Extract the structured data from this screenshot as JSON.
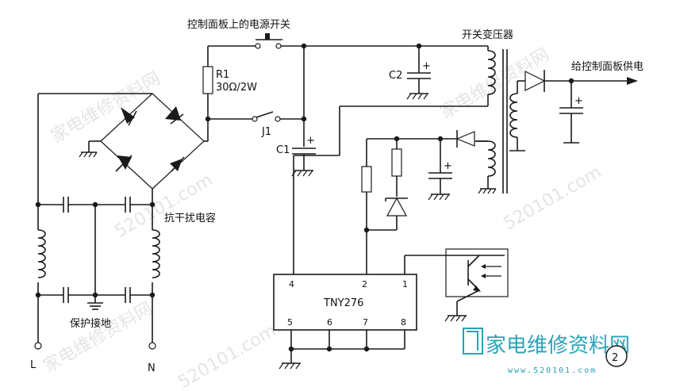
{
  "labels": {
    "panel_switch": "控制面板上的电源开关",
    "transformer": "开关变压器",
    "supply_panel": "给控制面板供电",
    "r1_name": "R1",
    "r1_value": "30Ω/2W",
    "c2": "C2",
    "c1": "C1",
    "j1": "J1",
    "anti_interference": "抗干扰电容",
    "protective_ground": "保护接地",
    "line": "L",
    "neutral": "N",
    "ic_name": "TNY276",
    "pin1": "1",
    "pin2": "2",
    "pin4": "4",
    "pin5": "5",
    "pin6": "6",
    "pin7": "7",
    "pin8": "8",
    "figure_number": "2"
  },
  "watermark": {
    "text": "家电维修资料网",
    "url_text": "520101.com",
    "logo_text": "家电维修资料网",
    "logo_url": "www.520101.com"
  },
  "colors": {
    "line": "#1a1a1a",
    "logo": "#2aa3b8",
    "watermark": "#cfcfcf"
  }
}
